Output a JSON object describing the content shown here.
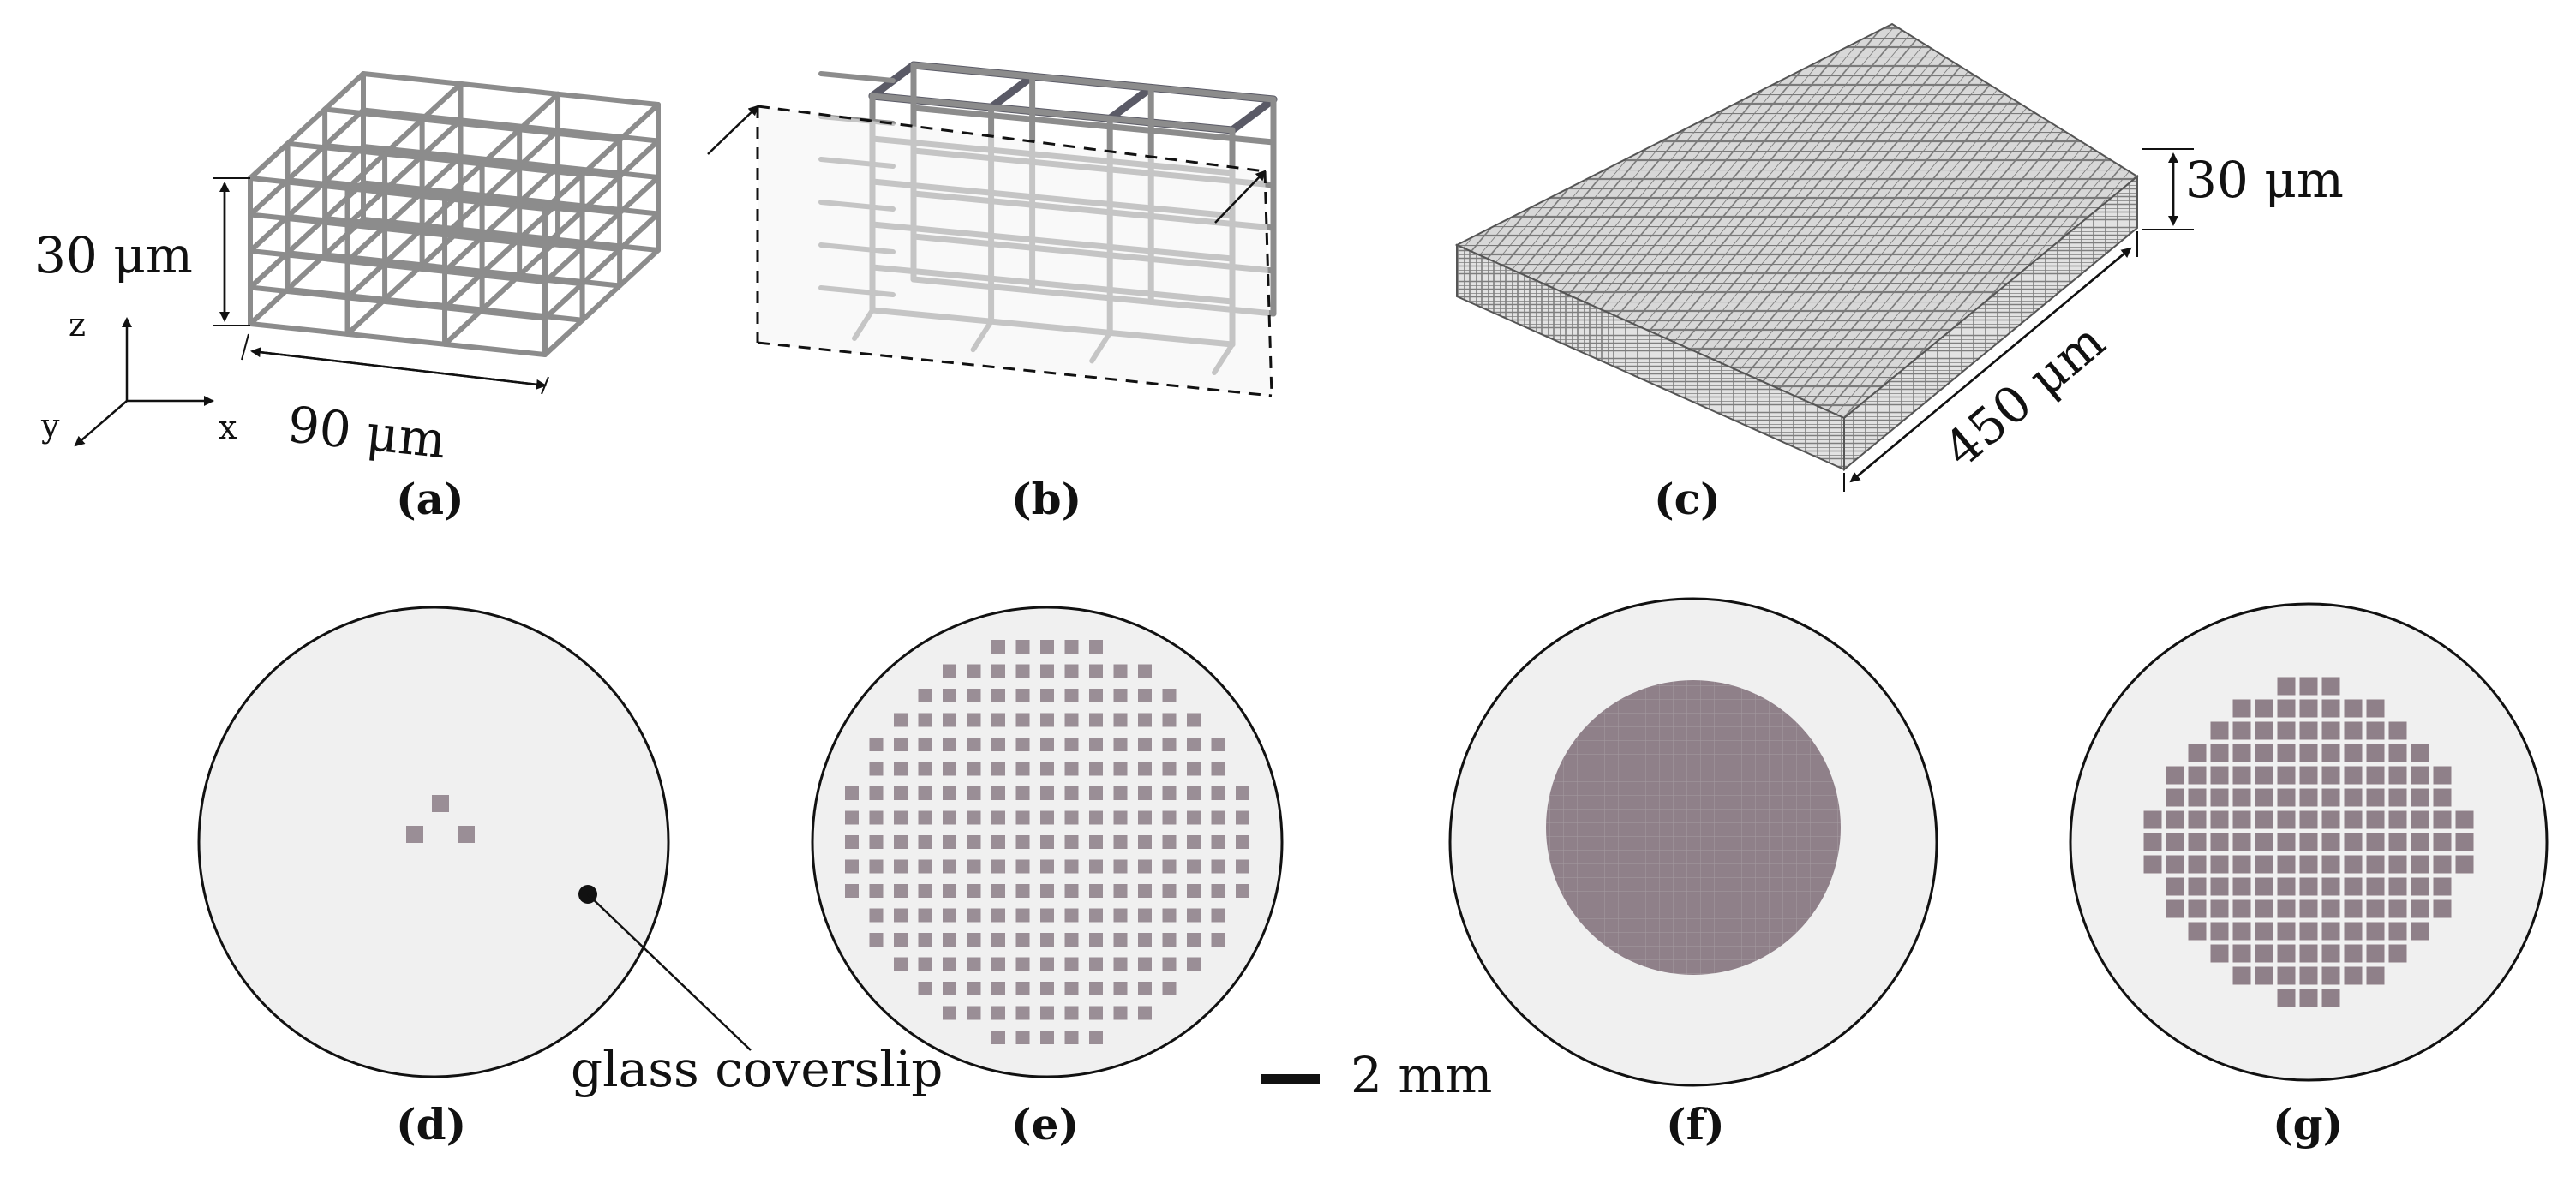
{
  "panels": {
    "a": {
      "letter": "(a)",
      "height_label": "30 μm",
      "width_label": "90 μm",
      "axes": {
        "x": "x",
        "y": "y",
        "z": "z"
      }
    },
    "b": {
      "letter": "(b)"
    },
    "c": {
      "letter": "(c)",
      "height_label": "30 μm",
      "length_label": "450 μm"
    },
    "d": {
      "letter": "(d)",
      "annotation": "glass coverslip"
    },
    "e": {
      "letter": "(e)"
    },
    "f": {
      "letter": "(f)"
    },
    "g": {
      "letter": "(g)"
    }
  },
  "scale_bar": {
    "label": "2 mm"
  },
  "colors": {
    "lattice": "#8c8c8c",
    "lattice_dark": "#5a5a66",
    "coverslip": "#f0f0f0",
    "patch": "#9a8e96",
    "patch_fill": "#8f8089",
    "outline": "#111111"
  }
}
